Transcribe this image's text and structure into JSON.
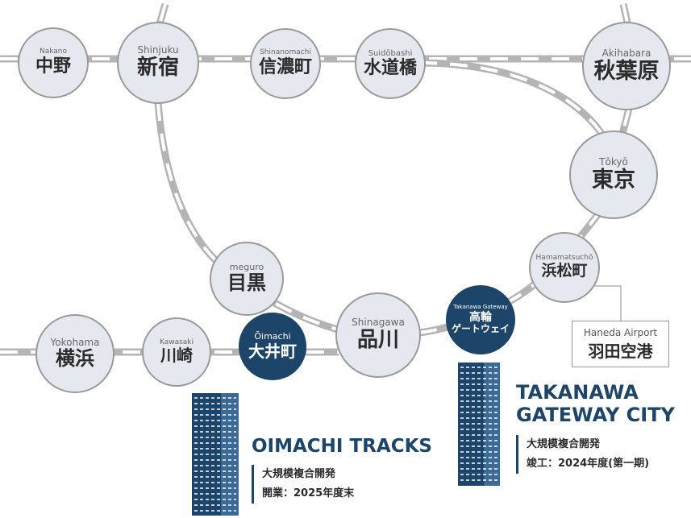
{
  "colors": {
    "line": "#b4b4b4",
    "station_fill": "#e6e8ef",
    "station_border": "#9a9a9a",
    "highlight": "#1d4469"
  },
  "stations": {
    "nakano": {
      "en": "Nakano",
      "jp": "中野"
    },
    "shinjuku": {
      "en": "Shinjuku",
      "jp": "新宿"
    },
    "shinanomachi": {
      "en": "Shinanomachi",
      "jp": "信濃町"
    },
    "suidobashi": {
      "en": "Suidōbashi",
      "jp": "水道橋"
    },
    "akihabara": {
      "en": "Akihabara",
      "jp": "秋葉原"
    },
    "tokyo": {
      "en": "Tōkyō",
      "jp": "東京"
    },
    "hamamatsucho": {
      "en": "Hamamatsuchō",
      "jp": "浜松町"
    },
    "takanawa_gateway": {
      "en": "Takanawa Gateway",
      "jp1": "高輪",
      "jp2": "ゲートウェイ"
    },
    "meguro": {
      "en": "meguro",
      "jp": "目黒"
    },
    "shinagawa": {
      "en": "Shinagawa",
      "jp": "品川"
    },
    "oimachi": {
      "en": "Ōimachi",
      "jp": "大井町"
    },
    "kawasaki": {
      "en": "Kawasaki",
      "jp": "川崎"
    },
    "yokohama": {
      "en": "Yokohama",
      "jp": "横浜"
    }
  },
  "airport": {
    "en": "Haneda Airport",
    "jp": "羽田空港"
  },
  "projects": {
    "takanawa": {
      "title_line1": "TAKANAWA",
      "title_line2": "GATEWAY CITY",
      "note1": "大規模複合開発",
      "note2": "竣工：2024年度(第一期)"
    },
    "oimachi": {
      "title": "OIMACHI TRACKS",
      "note1": "大規模複合開発",
      "note2": "開業：2025年度末"
    }
  }
}
